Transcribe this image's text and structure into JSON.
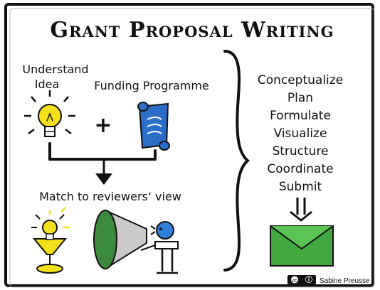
{
  "title": "Grant Proposal Writing",
  "left": {
    "understand": [
      "Understand",
      "Idea"
    ],
    "funding": "Funding Programme",
    "plus": "+",
    "match": "Match to reviewers‘ view"
  },
  "steps": [
    "Conceptualize",
    "Plan",
    "Formulate",
    "Visualize",
    "Structure",
    "Coordinate",
    "Submit"
  ],
  "license": {
    "badge_left": "cc",
    "badge_right": "ⓘ",
    "author": "Sabine Preusse"
  },
  "colors": {
    "bulb_yellow": "#f4e01c",
    "scroll_blue": "#2a6ec8",
    "funnel_green": "#3c8a3c",
    "envelope_green": "#43a83f",
    "person_blue": "#2f7fd6",
    "frame": "#111111"
  },
  "icons": [
    "lightbulb-icon",
    "scroll-icon",
    "funnel-icon",
    "person-icon",
    "envelope-icon",
    "bulb-funnel-icon"
  ]
}
